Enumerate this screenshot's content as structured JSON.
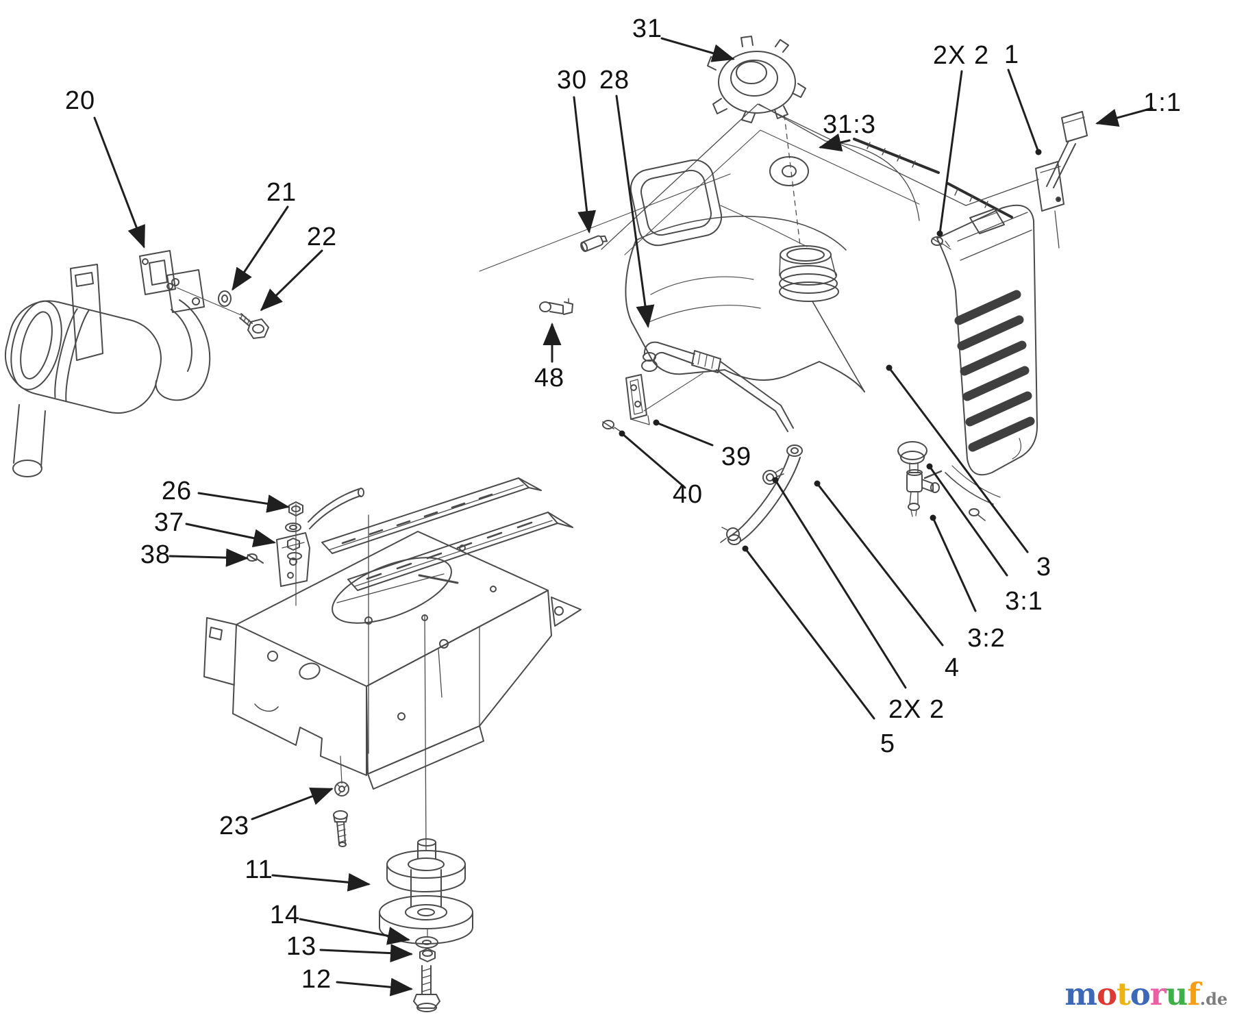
{
  "page": {
    "background": "#ffffff",
    "kind": "exploded-parts-diagram"
  },
  "diagram": {
    "style": {
      "line_color": "#4a4a4a",
      "thin_line_color": "#6a6a6a",
      "leader_color": "#1f1f1f",
      "label_color": "#111111",
      "vent_slot_color": "#3f3f3f",
      "background": "#ffffff"
    },
    "assemblies": [
      {
        "name": "muffler-assembly",
        "callout_refs": [
          "20",
          "21",
          "22"
        ]
      },
      {
        "name": "engine-frame-assembly",
        "callout_refs": [
          "26",
          "37",
          "38",
          "23",
          "11",
          "14",
          "13",
          "12"
        ]
      },
      {
        "name": "fuel-tank-assembly",
        "callout_refs": [
          "31",
          "31:3",
          "30",
          "28",
          "48",
          "2X 2",
          "1",
          "1:1",
          "39",
          "40",
          "3",
          "3:1",
          "3:2",
          "4",
          "2X 2",
          "5"
        ]
      }
    ],
    "callouts": {
      "p20": {
        "text": "20"
      },
      "p21": {
        "text": "21"
      },
      "p22": {
        "text": "22"
      },
      "p26": {
        "text": "26"
      },
      "p37": {
        "text": "37"
      },
      "p38": {
        "text": "38"
      },
      "p23": {
        "text": "23"
      },
      "p11": {
        "text": "11"
      },
      "p14": {
        "text": "14"
      },
      "p13": {
        "text": "13"
      },
      "p12": {
        "text": "12"
      },
      "p31": {
        "text": "31"
      },
      "p30": {
        "text": "30"
      },
      "p28": {
        "text": "28"
      },
      "p31_3": {
        "text": "31:3"
      },
      "p2x2_top": {
        "text": "2X 2"
      },
      "p1": {
        "text": "1"
      },
      "p1_1": {
        "text": "1:1"
      },
      "p48": {
        "text": "48"
      },
      "p39": {
        "text": "39"
      },
      "p40": {
        "text": "40"
      },
      "p3": {
        "text": "3"
      },
      "p3_1": {
        "text": "3:1"
      },
      "p3_2": {
        "text": "3:2"
      },
      "p4": {
        "text": "4"
      },
      "p2x2_bottom": {
        "text": "2X 2"
      },
      "p5": {
        "text": "5"
      }
    }
  },
  "logo": {
    "letters": [
      {
        "ch": "m",
        "color": "#3c68b7"
      },
      {
        "ch": "o",
        "color": "#dd3832"
      },
      {
        "ch": "t",
        "color": "#eeb211"
      },
      {
        "ch": "o",
        "color": "#3c68b7"
      },
      {
        "ch": "r",
        "color": "#ec5fa4"
      },
      {
        "ch": "u",
        "color": "#3faf49"
      },
      {
        "ch": "f",
        "color": "#f59d17"
      }
    ],
    "suffix": ".de",
    "suffix_color": "#7d7d7d"
  }
}
